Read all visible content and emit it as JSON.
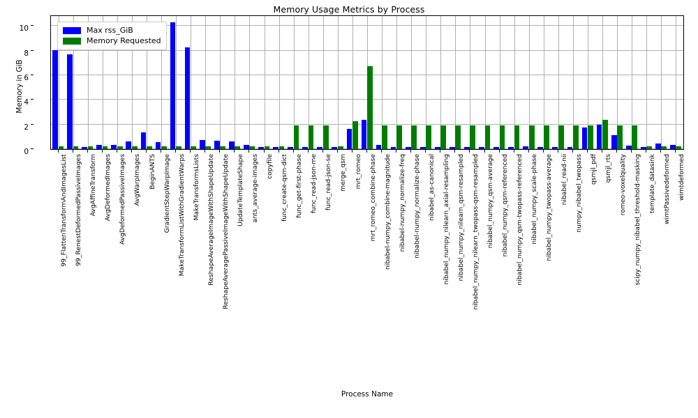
{
  "chart_data": {
    "type": "bar",
    "title": "Memory Usage Metrics by Process",
    "xlabel": "Process Name",
    "ylabel": "Memory in GiB",
    "ylim": [
      0,
      10.8
    ],
    "yticks": [
      0,
      2,
      4,
      6,
      8,
      10
    ],
    "ytick_labels": [
      "0",
      "2",
      "4",
      "6",
      "8",
      "10"
    ],
    "grid": true,
    "legend_position": "upper left",
    "legend": [
      "Max rss_GiB",
      "Memory Requested"
    ],
    "colors": {
      "max_rss": "#0000ff",
      "memory_requested": "#007d00"
    },
    "categories": [
      "99_FlattenTransformAndImagesList",
      "99_RenestDeformedPassiveImages",
      "AvgAffineTransform",
      "AvgDeformedImages",
      "AvgDeformedPassiveImages",
      "AvgWarpImages",
      "BeginANTS",
      "GradientStepWarpImage",
      "MakeTransformListWithGradientWarps",
      "MakeTransformsLists",
      "ReshapeAverageImageWithShapeUpdate",
      "ReshapeAveragePassiveImageWithShapeUpdate",
      "UpdateTemplateShape",
      "ants_average-images",
      "copyfile",
      "func_create-qsm-dict",
      "func_get-first-phase",
      "func_read-json-me",
      "func_read-json-se",
      "merge_qsm",
      "mrt_romeo",
      "mrt_romeo_combine-phase",
      "nibabel-numpy_combine-magnitude",
      "nibabel-numpy_normalize-freq",
      "nibabel-numpy_normalize-phase",
      "nibabel_as-canonical",
      "nibabel_numpy_nilearn_axial-resampling",
      "nibabel_numpy_nilearn_qsm-resampled",
      "nibabel_numpy_nilearn_twopass-qsm-resampled",
      "nibabel_numpy_qsm-average",
      "nibabel_numpy_qsm-referenced",
      "nibabel_numpy_qsm-twopass-referenced",
      "nibabel_numpy_scale-phase",
      "nibabel_numpy_twopass-average",
      "nibabel_read-nii",
      "numpy_nibabel_twopass",
      "qsmjl_pdf",
      "qsmjl_rts",
      "romeo-voxelquality",
      "scipy_numpy_nibabel_threshold-masking",
      "template_datasink",
      "wimtPassivedeformed",
      "wimtdeformed"
    ],
    "series": [
      {
        "name": "Max rss_GiB",
        "color": "#0000ff",
        "values": [
          8.05,
          7.68,
          0.19,
          0.36,
          0.36,
          0.6,
          1.33,
          0.55,
          10.3,
          8.25,
          0.74,
          0.67,
          0.6,
          0.35,
          0.19,
          0.19,
          0.19,
          0.19,
          0.19,
          0.19,
          1.62,
          2.38,
          0.35,
          0.19,
          0.19,
          0.19,
          0.19,
          0.19,
          0.19,
          0.19,
          0.19,
          0.19,
          0.23,
          0.19,
          0.19,
          0.19,
          1.78,
          2.0,
          1.15,
          0.31,
          0.19,
          0.45,
          0.34
        ]
      },
      {
        "name": "Memory Requested",
        "color": "#007d00",
        "values": [
          0.22,
          0.22,
          0.22,
          0.22,
          0.22,
          0.22,
          0.22,
          0.22,
          0.22,
          0.22,
          0.22,
          0.22,
          0.22,
          0.22,
          0.22,
          0.22,
          1.95,
          1.95,
          1.95,
          0.22,
          2.25,
          6.75,
          1.95,
          1.95,
          1.95,
          1.95,
          1.95,
          1.95,
          1.95,
          1.95,
          1.95,
          1.95,
          1.95,
          1.95,
          1.95,
          1.95,
          1.95,
          2.4,
          1.95,
          1.95,
          0.22,
          0.22,
          0.22
        ]
      }
    ]
  }
}
